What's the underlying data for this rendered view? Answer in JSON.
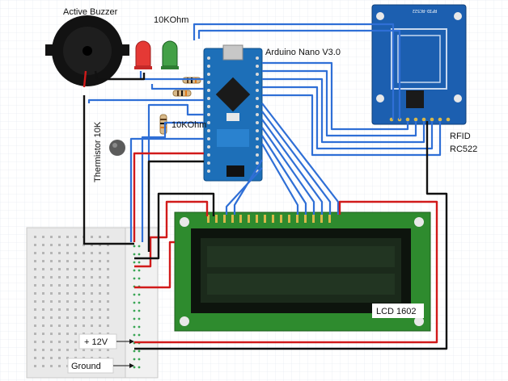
{
  "labels": {
    "buzzer": "Active Buzzer",
    "resistor_top": "10KOhm",
    "nano": "Arduino Nano V3.0",
    "resistor_mid": "10KOhm",
    "thermistor": "Thermistor 10K",
    "rfid_line1": "RFID",
    "rfid_line2": "RC522",
    "rfid_board": "RFID-RC522",
    "lcd": "LCD 1602",
    "v12": "+ 12V",
    "ground": "Ground"
  },
  "colors": {
    "wire_blue": "#2f6fd6",
    "wire_red": "#d11a1a",
    "wire_black": "#111111",
    "nano_board": "#1d6fb8",
    "rfid_board": "#1c5fb0",
    "lcd_pcb": "#2e8b2e",
    "lcd_screen": "#1b2a1b",
    "led_red": "#e53935",
    "led_green": "#43a047"
  }
}
